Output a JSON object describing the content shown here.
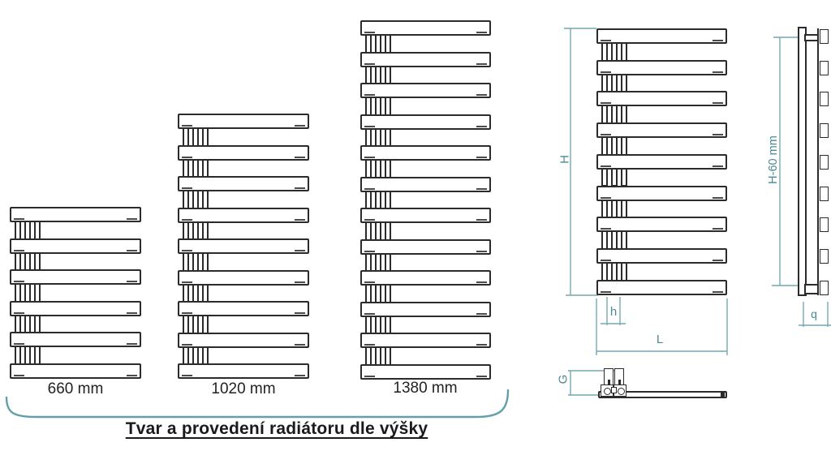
{
  "caption": "Tvar a provedení radiátoru dle výšky",
  "size_chart": {
    "variants": [
      {
        "label": "660 mm",
        "bar_count": 6
      },
      {
        "label": "1020 mm",
        "bar_count": 9
      },
      {
        "label": "1380 mm",
        "bar_count": 12
      }
    ]
  },
  "dimension_drawing": {
    "bar_count": 9,
    "height_label": "H",
    "collector_pitch_label": "h",
    "length_label": "L",
    "side_height_label": "H-60 mm",
    "depth_label": "q",
    "wall_clearance_label": "G"
  },
  "colors": {
    "line": "#2b2b2b",
    "dimension_line": "#74a9ae",
    "dimension_text": "#4a8a92",
    "bracket": "#62a0a8",
    "caption_text": "#1a1a1a"
  }
}
